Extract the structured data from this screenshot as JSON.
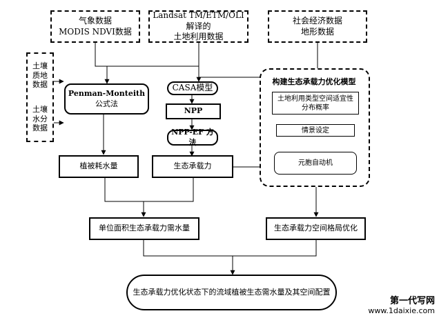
{
  "nodes": {
    "meteo": {
      "line1": "气象数据",
      "line2": "MODIS NDVI数据"
    },
    "landsat": {
      "line1": "Landsat TM/ETM/OLI解译的",
      "line2": "土地利用数据"
    },
    "socio": {
      "line1": "社会经济数据",
      "line2": "地形数据"
    },
    "soil_texture": {
      "line1": "土壤",
      "line2": "质地",
      "line3": "数据"
    },
    "soil_moisture": {
      "line1": "土壤",
      "line2": "水分",
      "line3": "数据"
    },
    "penman": {
      "line1": "Penman-Monteith",
      "line2": "公式法"
    },
    "casa": {
      "label": "CASA模型"
    },
    "npp": {
      "label": "NPP"
    },
    "nppef": {
      "label": "NPP-EF 方法"
    },
    "water_use": {
      "label": "植被耗水量"
    },
    "capacity": {
      "label": "生态承载力"
    },
    "model_panel": {
      "title": "构建生态承载力优化模型",
      "suitability": {
        "line1": "土地利用类型空间适宜性",
        "line2": "分布概率"
      },
      "scenario": {
        "label": "情景设定"
      },
      "ca": {
        "label": "元胞自动机"
      }
    },
    "unit_water": {
      "label": "单位面积生态承载力需水量"
    },
    "pattern_opt": {
      "label": "生态承载力空间格局优化"
    },
    "result": {
      "label": "生态承载力优化状态下的流域植被生态需水量及其空间配置"
    }
  },
  "watermark": {
    "line1": "第一代写网",
    "line2": "www.1daixie.com"
  }
}
